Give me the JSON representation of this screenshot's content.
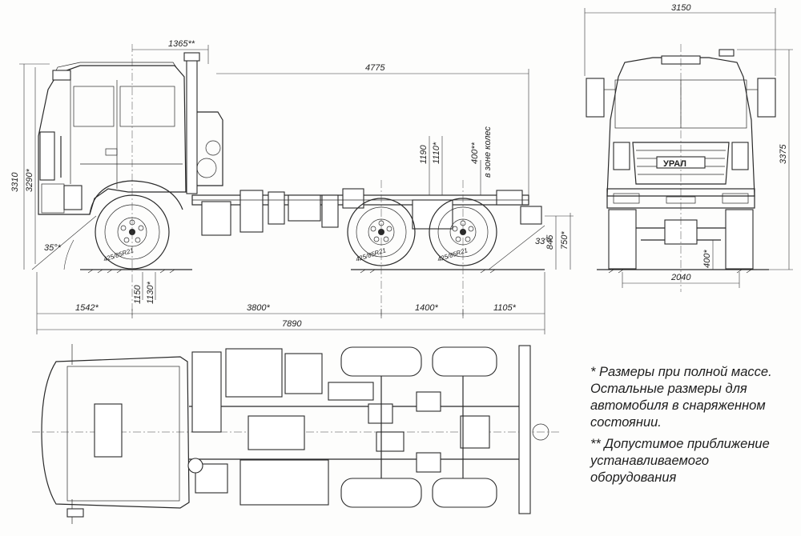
{
  "dimensions": {
    "cab_width": "3150",
    "cab_rear_offset": "1365**",
    "frame_length": "4775",
    "total_height": "3310",
    "total_height_loaded": "3290*",
    "frame_height": "1190",
    "frame_height_loaded": "1110*",
    "wheel_zone": "400**",
    "wheel_zone_label": "в зоне колес",
    "front_approach_angle": "35°*",
    "rear_departure_angle": "33°*",
    "rear_height_a": "845",
    "rear_height_b": "750*",
    "ground_clearance_a": "1150",
    "ground_clearance_b": "1130*",
    "front_overhang": "1542*",
    "wheelbase_front": "3800*",
    "wheelbase_rear": "1400*",
    "rear_overhang": "1105*",
    "total_length": "7890",
    "front_total_height": "3375",
    "front_clearance": "400*",
    "front_track": "2040",
    "tire_label": "425/85R21",
    "grille_logo": "УРАЛ"
  },
  "notes": {
    "note1": "* Размеры при полной массе. Остальные размеры для автомобиля в снаряженном состоянии.",
    "note2": "** Допустимое приближение устанавливаемого оборудования"
  }
}
